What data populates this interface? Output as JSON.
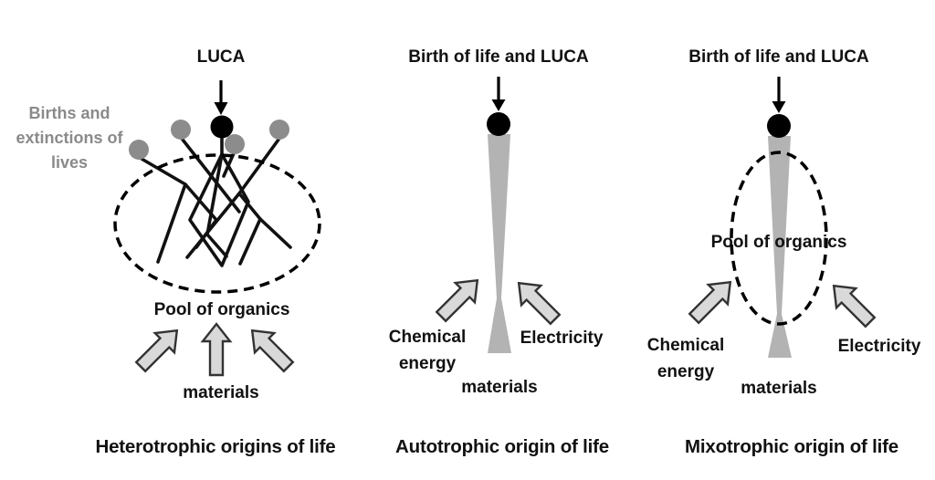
{
  "colors": {
    "background": "#ffffff",
    "ink": "#111111",
    "gray_text": "#8a8a8a",
    "node_gray": "#8c8c8c",
    "wedge_gray": "#b3b3b3",
    "arrow_fill": "#d9d9d9",
    "arrow_stroke": "#333333"
  },
  "panels": [
    {
      "id": "heterotrophic",
      "top_label": "LUCA",
      "side_label": "Births and extinctions of lives",
      "pool_label": "Pool of organics",
      "materials_label": "materials",
      "caption": "Heterotrophic origins of life"
    },
    {
      "id": "autotrophic",
      "top_label": "Birth of life and LUCA",
      "left_energy_label": "Chemical energy",
      "right_energy_label": "Electricity",
      "materials_label": "materials",
      "caption": "Autotrophic origin of life"
    },
    {
      "id": "mixotrophic",
      "top_label": "Birth of life and LUCA",
      "pool_label": "Pool of organics",
      "left_energy_label": "Chemical energy",
      "right_energy_label": "Electricity",
      "materials_label": "materials",
      "caption": "Mixotrophic origin of life"
    }
  ]
}
